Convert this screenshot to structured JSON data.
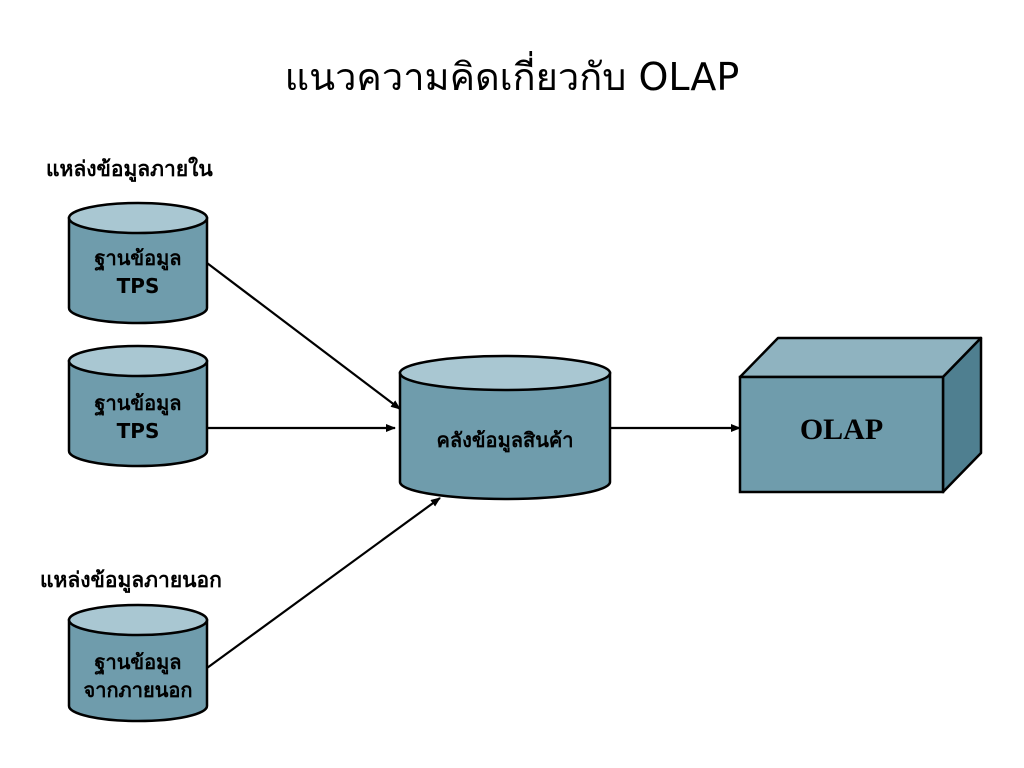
{
  "title": "แนวความคิดเกี่ยวกับ OLAP",
  "groups": {
    "internal": "แหล่งข้อมูลภายใน",
    "external": "แหล่งข้อมูลภายนอก"
  },
  "databases": {
    "tps1": {
      "line1": "ฐานข้อมูล",
      "line2": "TPS"
    },
    "tps2": {
      "line1": "ฐานข้อมูล",
      "line2": "TPS"
    },
    "external_db": {
      "line1": "ฐานข้อมูล",
      "line2": "จากภายนอก"
    }
  },
  "warehouse": {
    "label": "คลังข้อมูลสินค้า"
  },
  "olap": {
    "label": "OLAP"
  },
  "colors": {
    "cylinder_body": "#6f9cac",
    "cylinder_top": "#a9c7d2",
    "box_front": "#6f9cac",
    "box_top": "#8fb3c0",
    "box_side": "#4f7f90",
    "stroke": "#000000"
  }
}
